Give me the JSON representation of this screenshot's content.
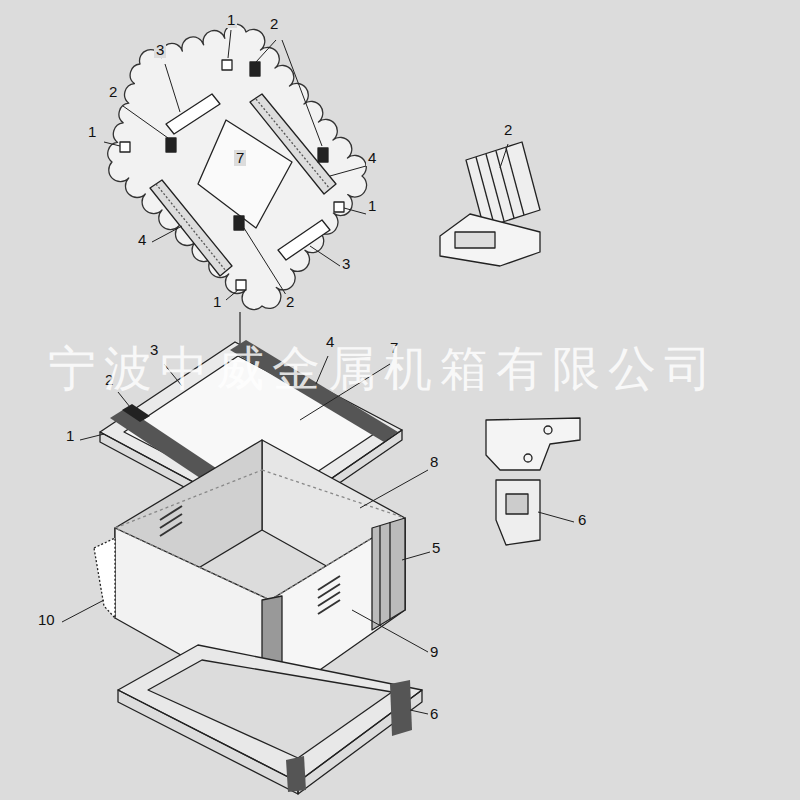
{
  "diagram": {
    "labels": [
      "1",
      "2",
      "3",
      "2",
      "1",
      "4",
      "7",
      "1",
      "4",
      "3",
      "1",
      "2",
      "2",
      "6",
      "3",
      "4",
      "7",
      "2",
      "1",
      "8",
      "5",
      "10",
      "9",
      "6",
      "宁波中威金属机箱有限公司"
    ]
  }
}
